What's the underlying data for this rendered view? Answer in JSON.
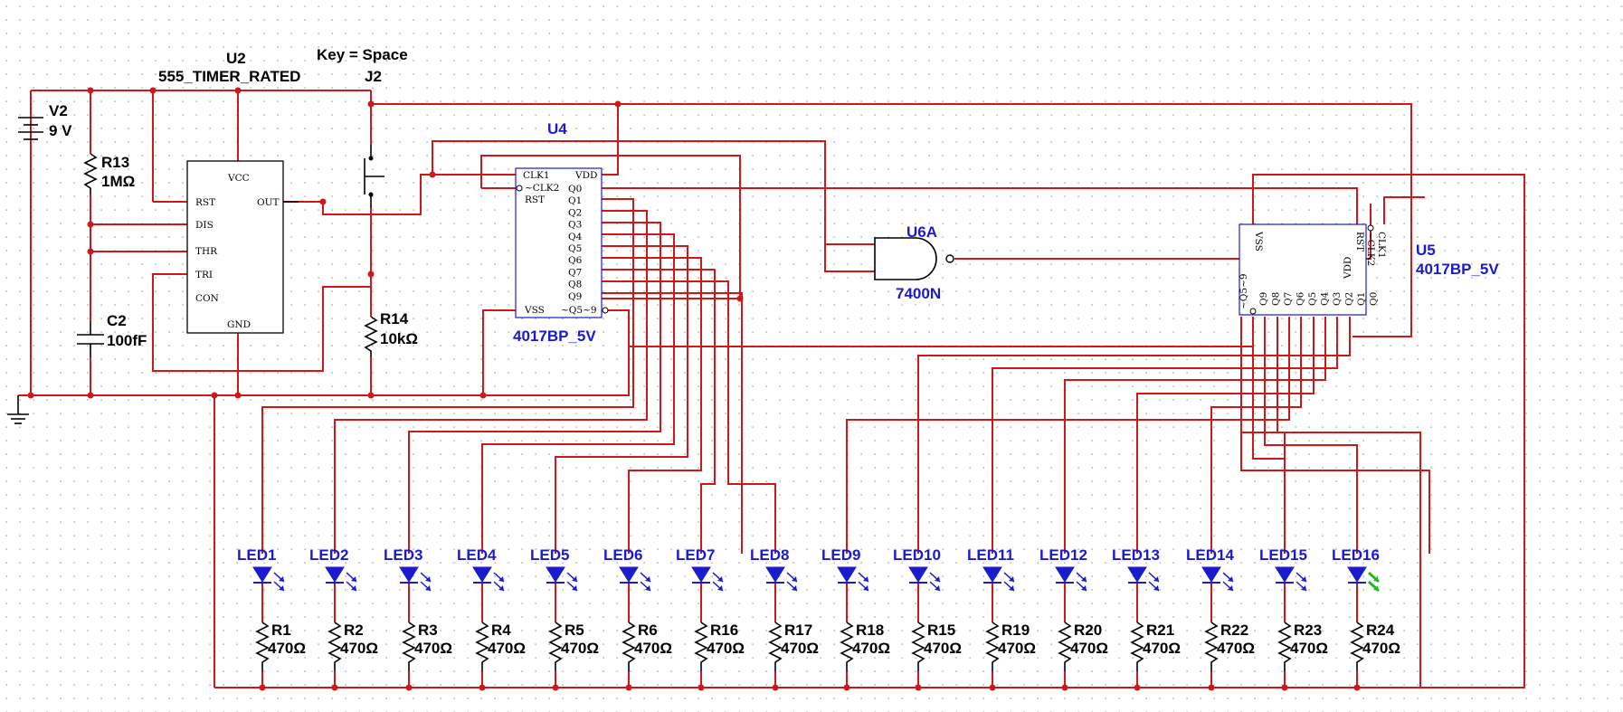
{
  "battery": {
    "ref": "V2",
    "value": "9 V"
  },
  "r13": {
    "ref": "R13",
    "value": "1MΩ"
  },
  "c2": {
    "ref": "C2",
    "value": "100fF"
  },
  "r14": {
    "ref": "R14",
    "value": "10kΩ"
  },
  "timer": {
    "ref": "U2",
    "model": "555_TIMER_RATED",
    "pins": {
      "vcc": "VCC",
      "rst": "RST",
      "out": "OUT",
      "dis": "DIS",
      "thr": "THR",
      "tri": "TRI",
      "con": "CON",
      "gnd": "GND"
    }
  },
  "switch": {
    "ref": "J2",
    "key": "Key = Space"
  },
  "u4": {
    "ref": "U4",
    "model": "4017BP_5V",
    "pins": {
      "clk1": "CLK1",
      "clk2": "~CLK2",
      "rst": "RST",
      "vdd": "VDD",
      "vss": "VSS",
      "q59": "~Q5~9",
      "outs": [
        "Q0",
        "Q1",
        "Q2",
        "Q3",
        "Q4",
        "Q5",
        "Q6",
        "Q7",
        "Q8",
        "Q9"
      ]
    }
  },
  "gate": {
    "ref": "U6A",
    "model": "7400N"
  },
  "u5": {
    "ref": "U5",
    "model": "4017BP_5V",
    "pins": {
      "vss": "VSS",
      "rst": "RST",
      "clk2": "~CLK2",
      "clk1": "CLK1",
      "vdd": "VDD",
      "q59": "~Q5~9",
      "outs": [
        "Q9",
        "Q8",
        "Q7",
        "Q6",
        "Q5",
        "Q4",
        "Q3",
        "Q2",
        "Q1",
        "Q0"
      ]
    }
  },
  "leds": [
    "LED1",
    "LED2",
    "LED3",
    "LED4",
    "LED5",
    "LED6",
    "LED7",
    "LED8",
    "LED9",
    "LED10",
    "LED11",
    "LED12",
    "LED13",
    "LED14",
    "LED15",
    "LED16"
  ],
  "resistors": [
    "R1",
    "R2",
    "R3",
    "R4",
    "R5",
    "R6",
    "R16",
    "R17",
    "R18",
    "R15",
    "R19",
    "R20",
    "R21",
    "R22",
    "R23",
    "R24"
  ],
  "resistor_value": "470Ω",
  "colors": {
    "wire": "#d01818",
    "label_blue": "#1a1ad0",
    "led_on": "#22bb22",
    "component": "#000000"
  },
  "active_led": "LED16"
}
